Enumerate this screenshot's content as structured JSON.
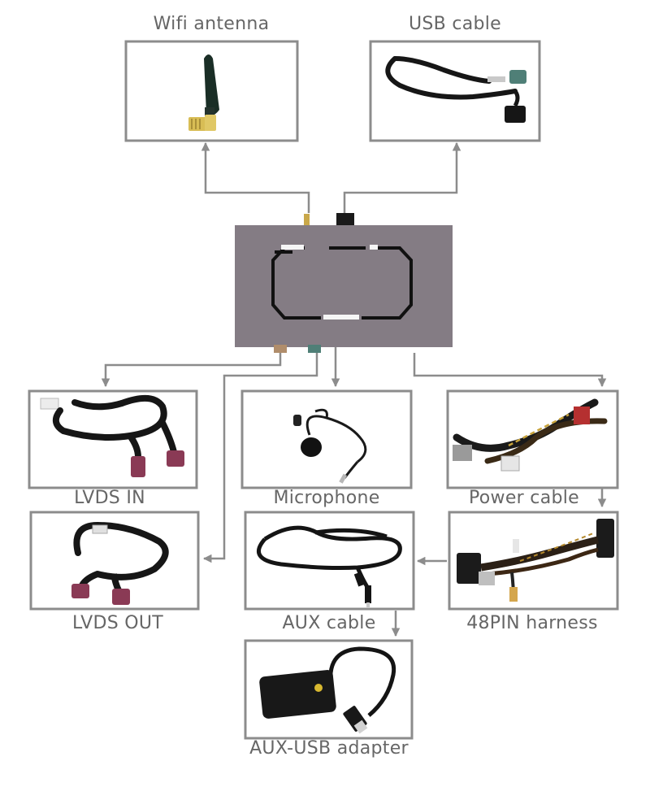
{
  "labels": {
    "wifi_antenna": "Wifi antenna",
    "usb_cable": "USB cable",
    "lvds_in": "LVDS IN",
    "microphone": "Microphone",
    "power_cable": "Power cable",
    "lvds_out": "LVDS OUT",
    "aux_cable": "AUX cable",
    "harness_48pin": "48PIN harness",
    "aux_usb_adapter": "AUX-USB adapter"
  },
  "colors": {
    "frame": "#8c8c8c",
    "arrow": "#8c8c8c",
    "module_body": "#847c84",
    "label_text": "#666666",
    "cable_black": "#161616",
    "fakra_pink": "#8a3a55",
    "fakra_teal": "#4f7f77"
  }
}
